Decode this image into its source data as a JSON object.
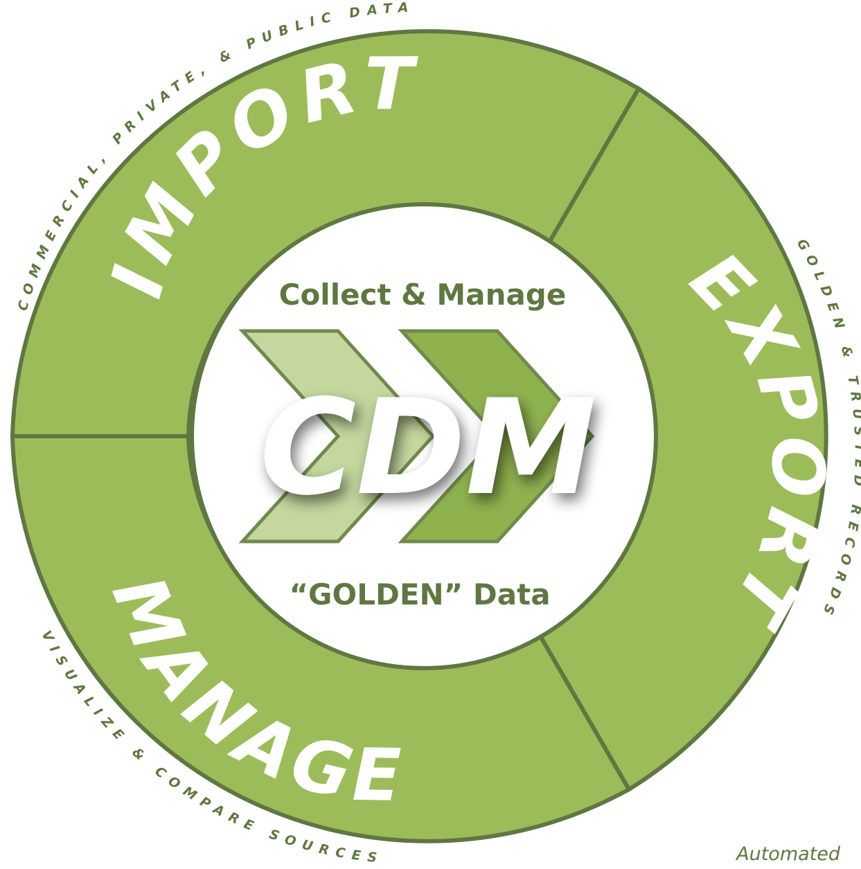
{
  "segments": {
    "import": "IMPORT",
    "export": "EXPORT",
    "manage": "MANAGE"
  },
  "outer_labels": {
    "top_left": "COMMERCIAL, PRIVATE, & PUBLIC DATA",
    "right": "GOLDEN & TRUSTED RECORDS",
    "bottom_left": "VISUALIZE & COMPARE SOURCES"
  },
  "center": {
    "top_text": "Collect & Manage",
    "logo_text": "CDM",
    "bottom_text": "“GOLDEN” Data"
  },
  "footer_note": "Automated",
  "colors": {
    "ring_green": "#9cbc5a",
    "outline_dark_green": "#5f7741",
    "chevron_light": "#c3d79e",
    "chevron_mid": "#8fb24f",
    "label_white": "#ffffff"
  }
}
